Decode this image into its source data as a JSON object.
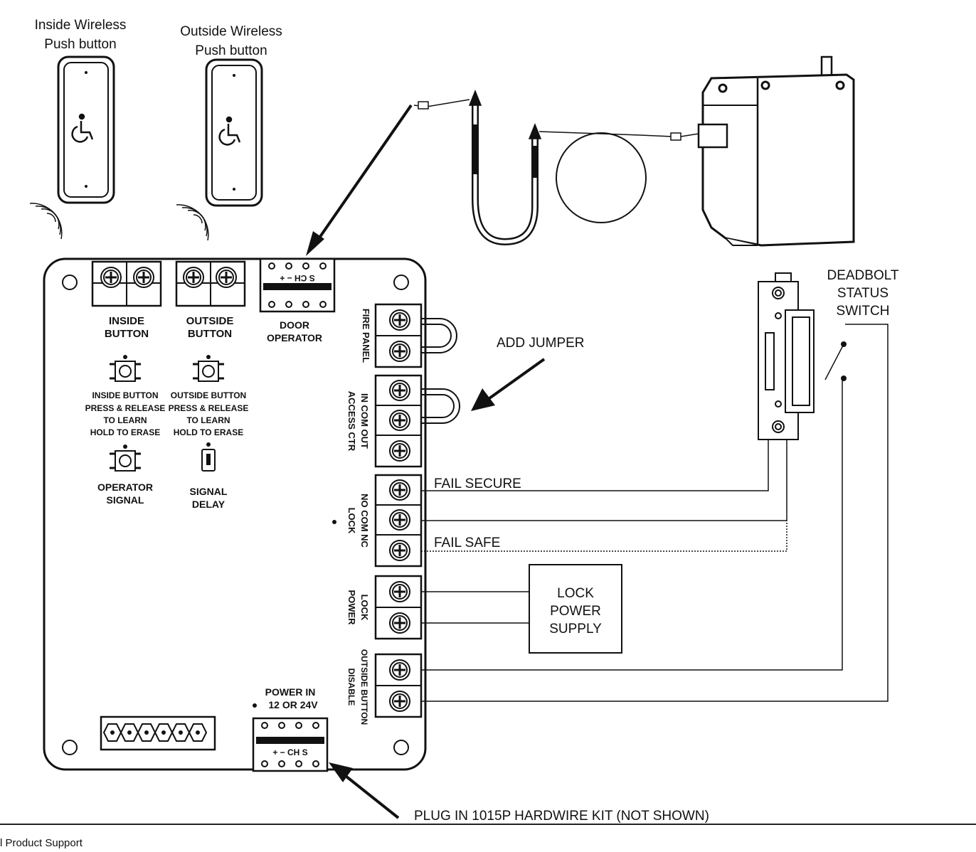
{
  "labels": {
    "inside_wireless_1": "Inside Wireless",
    "inside_wireless_2": "Push button",
    "outside_wireless_1": "Outside Wireless",
    "outside_wireless_2": "Push button",
    "inside_button_1": "INSIDE",
    "inside_button_2": "BUTTON",
    "outside_button_1": "OUTSIDE",
    "outside_button_2": "BUTTON",
    "door_operator_1": "DOOR",
    "door_operator_2": "OPERATOR",
    "connector_top": "S CH − +",
    "connector_bottom": "+ − CH S",
    "inside_learn": [
      "INSIDE BUTTON",
      "PRESS & RELEASE",
      "TO LEARN",
      "HOLD TO ERASE"
    ],
    "outside_learn": [
      "OUTSIDE BUTTON",
      "PRESS & RELEASE",
      "TO LEARN",
      "HOLD TO ERASE"
    ],
    "operator_signal": [
      "OPERATOR",
      "SIGNAL"
    ],
    "signal_delay": [
      "SIGNAL",
      "DELAY"
    ],
    "fire_panel": "FIRE PANEL",
    "access_ctr_pins": "IN  COM  OUT",
    "access_ctr": "ACCESS CTR",
    "lock_pins": "NO  COM  NC",
    "lock": "LOCK",
    "lock_power": [
      "LOCK",
      "POWER"
    ],
    "outside_disable": [
      "OUTSIDE BUTTON",
      "DISABLE"
    ],
    "power_in_1": "POWER IN",
    "power_in_2": "12 OR 24V",
    "add_jumper": "ADD JUMPER",
    "fail_secure": "FAIL SECURE",
    "fail_safe": "FAIL SAFE",
    "lock_power_supply": [
      "LOCK",
      "POWER",
      "SUPPLY"
    ],
    "deadbolt": [
      "DEADBOLT",
      "STATUS",
      "SWITCH"
    ],
    "plug_in": "PLUG IN 1015P HARDWIRE KIT (NOT SHOWN)",
    "footer": "l Product Support"
  }
}
